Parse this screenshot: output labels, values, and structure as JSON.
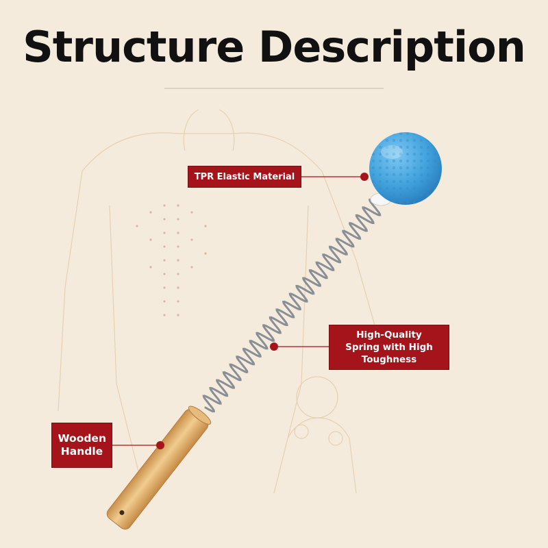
{
  "title": "Structure Description",
  "labels": {
    "tpr": "TPR Elastic Material",
    "spring": "High-Quality Spring with High Toughness",
    "wood": "Wooden Handle"
  },
  "colors": {
    "background": "#f4ebdd",
    "label_red": "#a5141a",
    "ball_blue": "#4aa8e0",
    "handle_wood": "#e3b676"
  }
}
